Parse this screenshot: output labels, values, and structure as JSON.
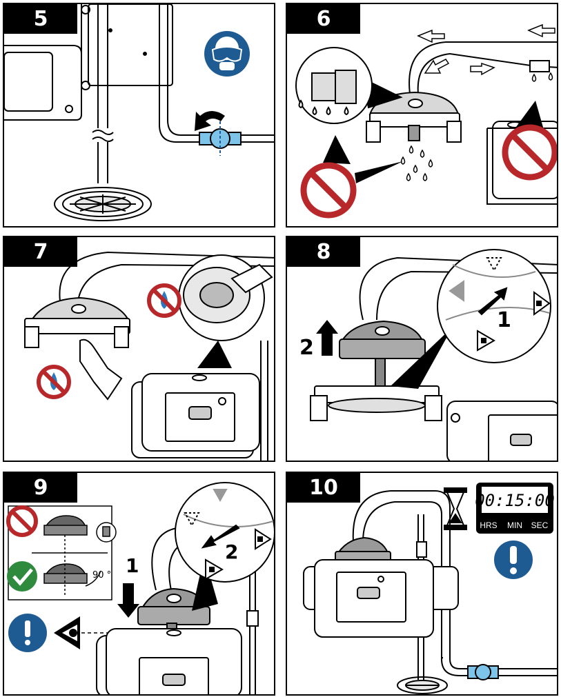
{
  "steps": [
    {
      "number": "5"
    },
    {
      "number": "6"
    },
    {
      "number": "7"
    },
    {
      "number": "8",
      "callouts": [
        "1",
        "2"
      ]
    },
    {
      "number": "9",
      "callouts": [
        "1",
        "2"
      ],
      "angle_label": "90 °"
    },
    {
      "number": "10"
    }
  ],
  "timer": {
    "display": "00:15:00",
    "units": [
      "HRS",
      "MIN",
      "SEC"
    ]
  },
  "colors": {
    "prohibit_red": "#b8282b",
    "safety_blue": "#1f5b93",
    "ok_green": "#2e8b3e",
    "water_blue": "#2a78c0",
    "valve_blue": "#7ec3e8"
  },
  "icons": [
    "eye-protection-icon",
    "prohibited-icon",
    "no-water-icon",
    "check-icon",
    "attention-icon",
    "hourglass-icon",
    "eye-level-icon",
    "lock-icon",
    "unlock-icon"
  ]
}
